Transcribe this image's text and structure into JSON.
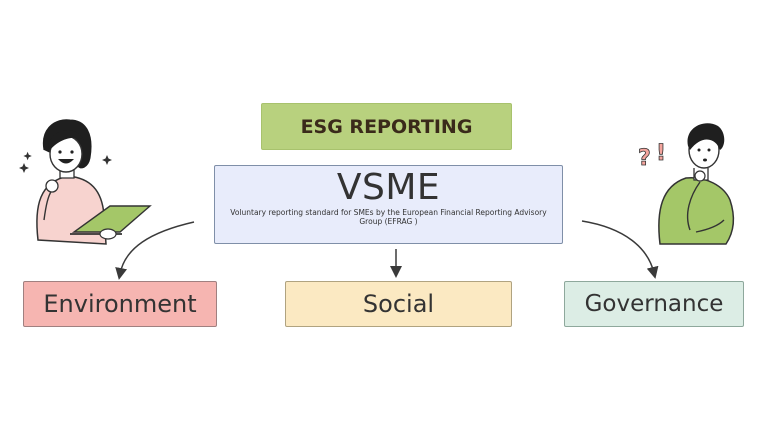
{
  "header": {
    "label": "ESG REPORTING"
  },
  "vsme": {
    "title": "VSME",
    "subtitle": "Voluntary reporting standard for SMEs by the European Financial Reporting Advisory Group (EFRAG )"
  },
  "pillars": [
    {
      "label": "Environment",
      "color": "#f6b5b1"
    },
    {
      "label": "Social",
      "color": "#fbe9c2"
    },
    {
      "label": "Governance",
      "color": "#dcede5"
    }
  ],
  "colors": {
    "header_bg": "#b8d17e",
    "vsme_bg": "#e8ecfb",
    "arrow": "#3a3a3a"
  }
}
